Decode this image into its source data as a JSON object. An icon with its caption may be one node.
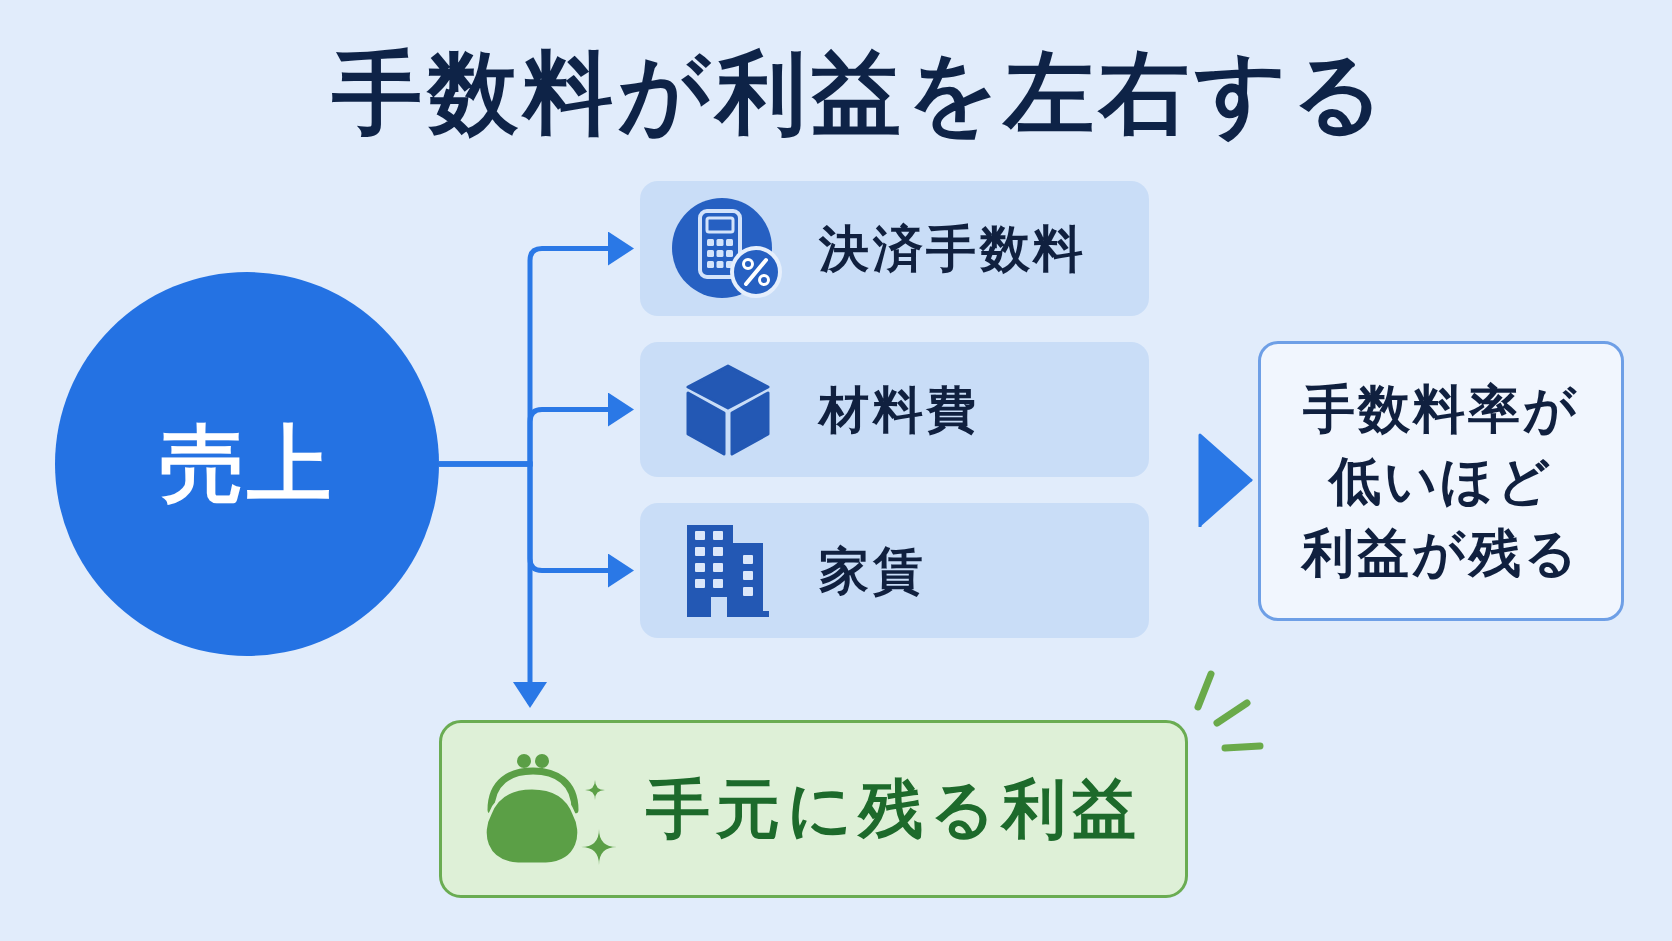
{
  "diagram": {
    "title": "手数料が利益を左右する",
    "nodes": [
      {
        "text": [
          "売上"
        ]
      },
      {
        "text": [
          "決済手数料"
        ]
      },
      {
        "text": [
          "材料費"
        ]
      },
      {
        "text": [
          "家賃"
        ]
      },
      {
        "text": [
          "手数料率が低いほど利益が残る"
        ]
      },
      {
        "text": [
          "手元に残る利益"
        ]
      }
    ],
    "edges": [
      {
        "from": 0,
        "to": 1,
        "arrow": "to"
      },
      {
        "from": 0,
        "to": 2,
        "arrow": "to"
      },
      {
        "from": 0,
        "to": 3,
        "arrow": "to"
      },
      {
        "from": 0,
        "to": 5,
        "arrow": "to"
      },
      {
        "from": null,
        "to": 4,
        "arrow": "to"
      }
    ]
  }
}
